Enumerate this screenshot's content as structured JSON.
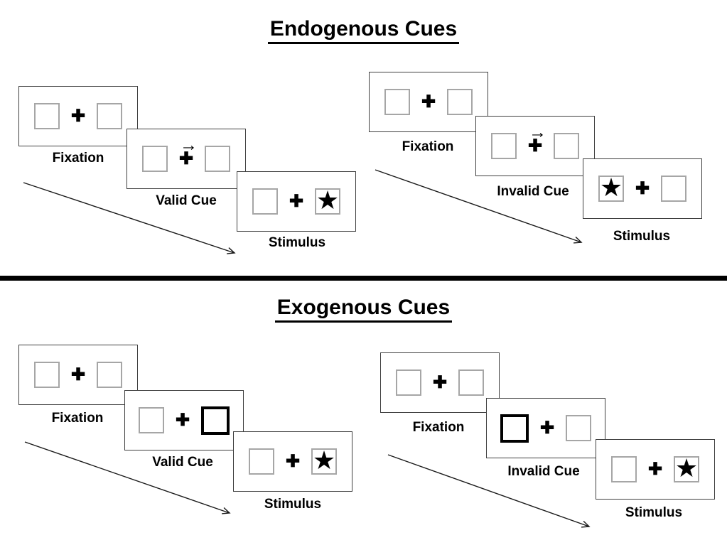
{
  "diagram": {
    "sections": [
      {
        "title": "Endogenous Cues",
        "cue_style": "central-arrow",
        "groups": [
          {
            "name": "valid",
            "panels": [
              {
                "label": "Fixation",
                "type": "fixation",
                "left_box": "empty",
                "right_box": "empty"
              },
              {
                "label": "Valid Cue",
                "type": "arrow-cue",
                "cue_direction": "right",
                "left_box": "empty",
                "right_box": "empty"
              },
              {
                "label": "Stimulus",
                "type": "stimulus",
                "star_side": "right",
                "left_box": "empty",
                "right_box": "star"
              }
            ]
          },
          {
            "name": "invalid",
            "panels": [
              {
                "label": "Fixation",
                "type": "fixation",
                "left_box": "empty",
                "right_box": "empty"
              },
              {
                "label": "Invalid Cue",
                "type": "arrow-cue",
                "cue_direction": "right",
                "left_box": "empty",
                "right_box": "empty"
              },
              {
                "label": "Stimulus",
                "type": "stimulus",
                "star_side": "left",
                "left_box": "star",
                "right_box": "empty"
              }
            ]
          }
        ]
      },
      {
        "title": "Exogenous Cues",
        "cue_style": "peripheral-box",
        "groups": [
          {
            "name": "valid",
            "panels": [
              {
                "label": "Fixation",
                "type": "fixation",
                "left_box": "empty",
                "right_box": "empty"
              },
              {
                "label": "Valid Cue",
                "type": "box-cue",
                "bold_side": "right",
                "left_box": "empty",
                "right_box": "bold"
              },
              {
                "label": "Stimulus",
                "type": "stimulus",
                "star_side": "right",
                "left_box": "empty",
                "right_box": "star"
              }
            ]
          },
          {
            "name": "invalid",
            "panels": [
              {
                "label": "Fixation",
                "type": "fixation",
                "left_box": "empty",
                "right_box": "empty"
              },
              {
                "label": "Invalid Cue",
                "type": "box-cue",
                "bold_side": "left",
                "left_box": "bold",
                "right_box": "empty"
              },
              {
                "label": "Stimulus",
                "type": "stimulus",
                "star_side": "right",
                "left_box": "empty",
                "right_box": "star"
              }
            ]
          }
        ]
      }
    ],
    "glyphs": {
      "plus": {
        "name": "fixation-cross-icon",
        "char": "✚"
      },
      "star": {
        "name": "star-icon",
        "char": "★"
      },
      "cue_arrow": {
        "name": "right-arrow-icon",
        "char": "→"
      }
    },
    "colors": {
      "ink": "#000000",
      "panel_border": "#3f3f3f",
      "square_border": "#a6a6a6",
      "bold_square_border": "#000000",
      "background": "#ffffff"
    }
  }
}
